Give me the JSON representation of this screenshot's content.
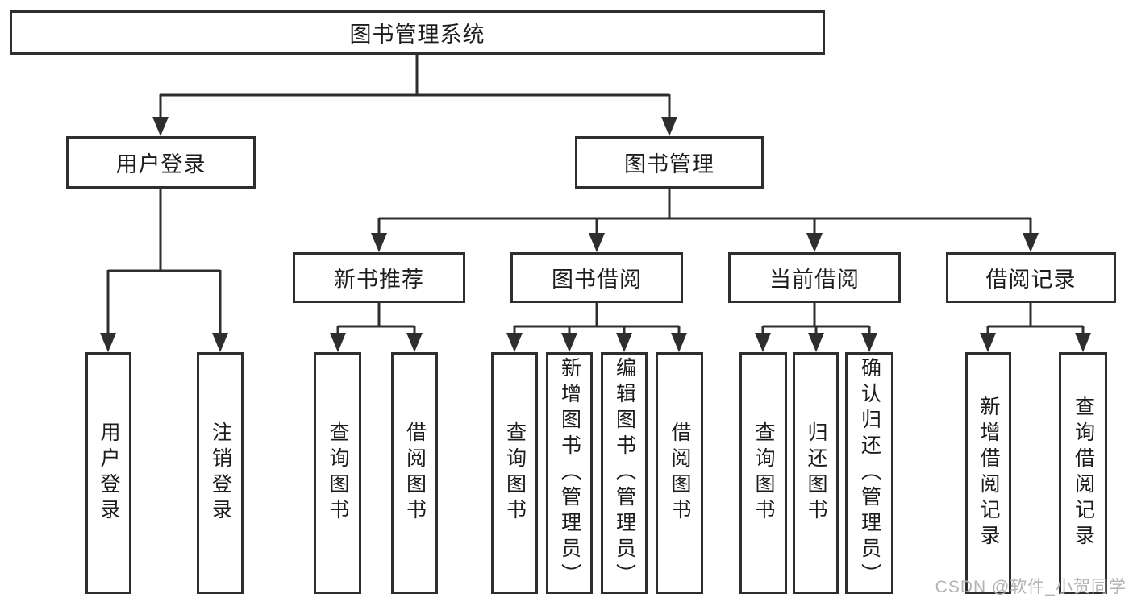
{
  "tree": {
    "label": "图书管理系统",
    "children": [
      {
        "label": "用户登录",
        "children": [
          {
            "label": "用户登录"
          },
          {
            "label": "注销登录"
          }
        ]
      },
      {
        "label": "图书管理",
        "children": [
          {
            "label": "新书推荐",
            "children": [
              {
                "label": "查询图书"
              },
              {
                "label": "借阅图书"
              }
            ]
          },
          {
            "label": "图书借阅",
            "children": [
              {
                "label": "查询图书"
              },
              {
                "label": "新增图书（管理员）"
              },
              {
                "label": "编辑图书（管理员）"
              },
              {
                "label": "借阅图书"
              }
            ]
          },
          {
            "label": "当前借阅",
            "children": [
              {
                "label": "查询图书"
              },
              {
                "label": "归还图书"
              },
              {
                "label": "确认归还（管理员）"
              }
            ]
          },
          {
            "label": "借阅记录",
            "children": [
              {
                "label": "新增借阅记录"
              },
              {
                "label": "查询借阅记录"
              }
            ]
          }
        ]
      }
    ]
  },
  "watermark": "CSDN @软件_小贺同学",
  "colors": {
    "line": "#2e2e2e",
    "box_border": "#2e2e2e",
    "text": "#1c1c1c",
    "watermark": "#b3b3b3",
    "background": "#ffffff"
  }
}
